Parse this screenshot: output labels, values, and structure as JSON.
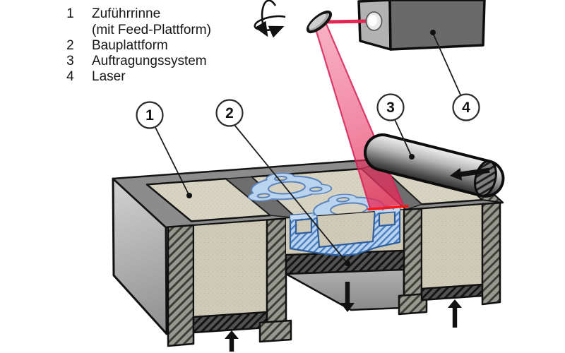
{
  "legend": {
    "items": [
      {
        "number": "1",
        "label": "Zuführrinne"
      },
      {
        "number": "",
        "label": "(mit Feed-Plattform)"
      },
      {
        "number": "2",
        "label": "Bauplattform"
      },
      {
        "number": "3",
        "label": "Auftragungssystem"
      },
      {
        "number": "4",
        "label": "Laser"
      }
    ]
  },
  "callouts": [
    {
      "number": "1",
      "target": "feed-chamber-left-powder-surface"
    },
    {
      "number": "2",
      "target": "build-platform"
    },
    {
      "number": "3",
      "target": "recoater-roller"
    },
    {
      "number": "4",
      "target": "laser-box"
    }
  ],
  "colors": {
    "background": "#ffffff",
    "laser_beam": "#e73562",
    "laser_hit_line": "#ff1616",
    "part_blue_fill": "#bad3ee",
    "part_blue_outline": "#2f5f9e",
    "powder_beige": "#d8d4c3",
    "frame_gray": "#8c8c8c",
    "hatch_dark": "#3e3e38",
    "outline_black": "#111111"
  }
}
